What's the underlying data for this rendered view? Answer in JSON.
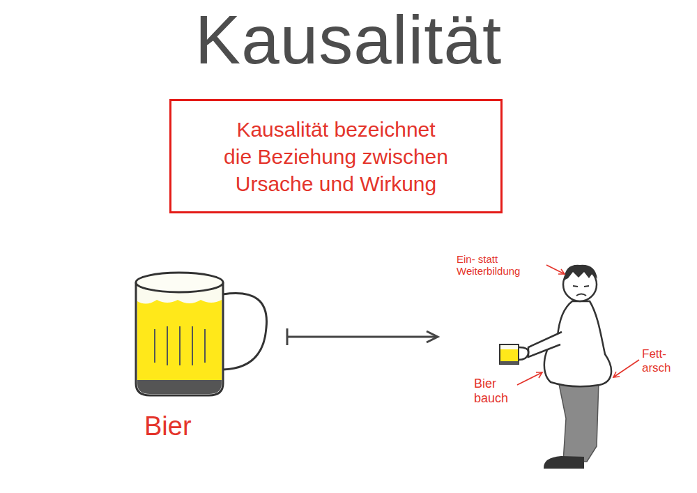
{
  "diagram": {
    "title": "Kausalität",
    "nodes": [
      {
        "text": [
          "Kausalität bezeichnet die Beziehung zwischen Ursache und Wirkung"
        ]
      }
    ],
    "labels": [
      "Ein- statt Weiterbildung",
      "Bier",
      "Bier bauch",
      "Fett- arsch"
    ]
  }
}
